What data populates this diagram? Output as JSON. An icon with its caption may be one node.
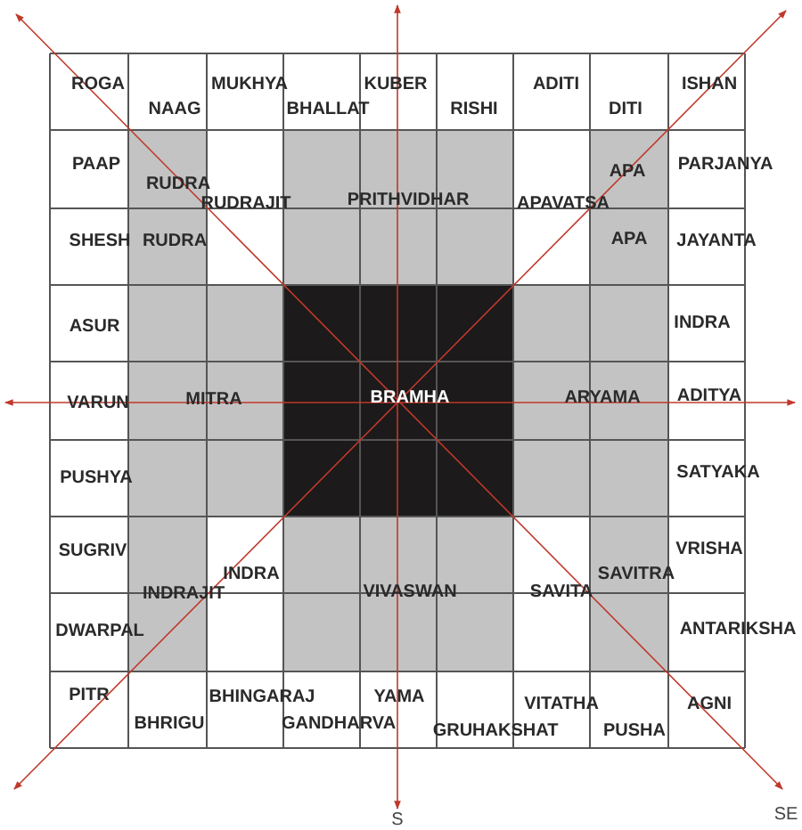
{
  "diagram": {
    "nodes": [
      {
        "text": [
          "ROGA"
        ]
      },
      {
        "text": [
          "NAAG"
        ]
      },
      {
        "text": [
          "MUKHYA"
        ]
      },
      {
        "text": [
          "BHALLAT"
        ]
      },
      {
        "text": [
          "KUBER"
        ]
      },
      {
        "text": [
          "RISHI"
        ]
      },
      {
        "text": [
          "ADITI"
        ]
      },
      {
        "text": [
          "DITI"
        ]
      },
      {
        "text": [
          "ISHAN"
        ]
      },
      {
        "text": [
          "PAAP"
        ]
      },
      {
        "text": [
          "RUDRA"
        ]
      },
      {
        "text": [
          "RUDRAJIT"
        ]
      },
      {
        "text": [
          "PRITHVIDHAR"
        ]
      },
      {
        "text": [
          "APAVATSA"
        ]
      },
      {
        "text": [
          "APA"
        ]
      },
      {
        "text": [
          "PARJANYA"
        ]
      },
      {
        "text": [
          "SHESH"
        ]
      },
      {
        "text": [
          "RUDRA"
        ]
      },
      {
        "text": [
          "APA"
        ]
      },
      {
        "text": [
          "JAYANTA"
        ]
      },
      {
        "text": [
          "ASUR"
        ]
      },
      {
        "text": [
          "INDRA"
        ]
      },
      {
        "text": [
          "VARUN"
        ]
      },
      {
        "text": [
          "MITRA"
        ]
      },
      {
        "text": [
          "BRAMHA"
        ]
      },
      {
        "text": [
          "ARYAMA"
        ]
      },
      {
        "text": [
          "ADITYA"
        ]
      },
      {
        "text": [
          "PUSHYA"
        ]
      },
      {
        "text": [
          "SATYAKA"
        ]
      },
      {
        "text": [
          "SUGRIV"
        ]
      },
      {
        "text": [
          "VRISHA"
        ]
      },
      {
        "text": [
          "INDRA"
        ]
      },
      {
        "text": [
          "SAVITRA"
        ]
      },
      {
        "text": [
          "INDRAJIT"
        ]
      },
      {
        "text": [
          "VIVASWAN"
        ]
      },
      {
        "text": [
          "SAVITA"
        ]
      },
      {
        "text": [
          "DWARPAL"
        ]
      },
      {
        "text": [
          "ANTARIKSHA"
        ]
      },
      {
        "text": [
          "PITR"
        ]
      },
      {
        "text": [
          "BHINGARAJ"
        ]
      },
      {
        "text": [
          "YAMA"
        ]
      },
      {
        "text": [
          "VITATHA"
        ]
      },
      {
        "text": [
          "AGNI"
        ]
      },
      {
        "text": [
          "BHRIGU"
        ]
      },
      {
        "text": [
          "GANDHARVA"
        ]
      },
      {
        "text": [
          "GRUHAKSHAT"
        ]
      },
      {
        "text": [
          "PUSHA"
        ]
      }
    ],
    "labels": [
      "S",
      "SE"
    ]
  }
}
